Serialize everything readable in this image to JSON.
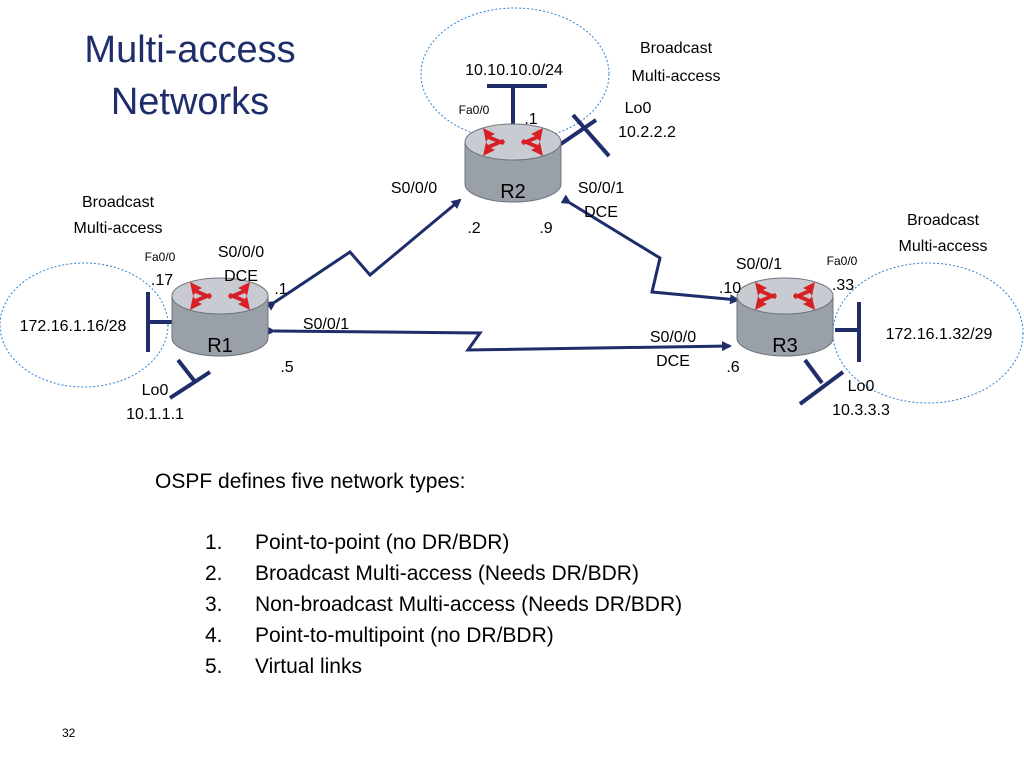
{
  "title": {
    "line1": "Multi-access",
    "line2": "Networks"
  },
  "routers": {
    "r1": {
      "name": "R1",
      "fa_label": "Fa0/0",
      "fa_addr": ".17",
      "lan": "172.16.1.16/28",
      "lo_name": "Lo0",
      "lo_addr": "10.1.1.1",
      "s000": "S0/0/0",
      "s000_dce": "DCE",
      "s000_addr": ".1",
      "s001": "S0/0/1",
      "s001_addr": ".5",
      "zone_line1": "Broadcast",
      "zone_line2": "Multi-access"
    },
    "r2": {
      "name": "R2",
      "fa_label": "Fa0/0",
      "fa_addr": ".1",
      "lan": "10.10.10.0/24",
      "lo_name": "Lo0",
      "lo_addr": "10.2.2.2",
      "s000": "S0/0/0",
      "s000_addr": ".2",
      "s001": "S0/0/1",
      "s001_dce": "DCE",
      "s001_addr": ".9",
      "zone_line1": "Broadcast",
      "zone_line2": "Multi-access"
    },
    "r3": {
      "name": "R3",
      "fa_label": "Fa0/0",
      "fa_addr": ".33",
      "lan": "172.16.1.32/29",
      "lo_name": "Lo0",
      "lo_addr": "10.3.3.3",
      "s001": "S0/0/1",
      "s001_addr": ".10",
      "s000": "S0/0/0",
      "s000_dce": "DCE",
      "s000_addr": ".6",
      "zone_line1": "Broadcast",
      "zone_line2": "Multi-access"
    }
  },
  "network_types": {
    "intro": "OSPF defines five network types:",
    "items": [
      {
        "num": "1.",
        "text": "Point-to-point (no DR/BDR)"
      },
      {
        "num": "2.",
        "text": "Broadcast Multi-access (Needs DR/BDR)"
      },
      {
        "num": "3.",
        "text": "Non-broadcast Multi-access (Needs DR/BDR)"
      },
      {
        "num": "4.",
        "text": "Point-to-multipoint  (no DR/BDR)"
      },
      {
        "num": "5.",
        "text": "Virtual links"
      }
    ]
  },
  "page_number": "32",
  "colors": {
    "title": "#1f2d6b",
    "link": "#1f2d6b",
    "router_top": "#c0c5cc",
    "router_body": "#9aa0a8",
    "arrow": "#d81f26",
    "zone": "#2f7fd0"
  }
}
